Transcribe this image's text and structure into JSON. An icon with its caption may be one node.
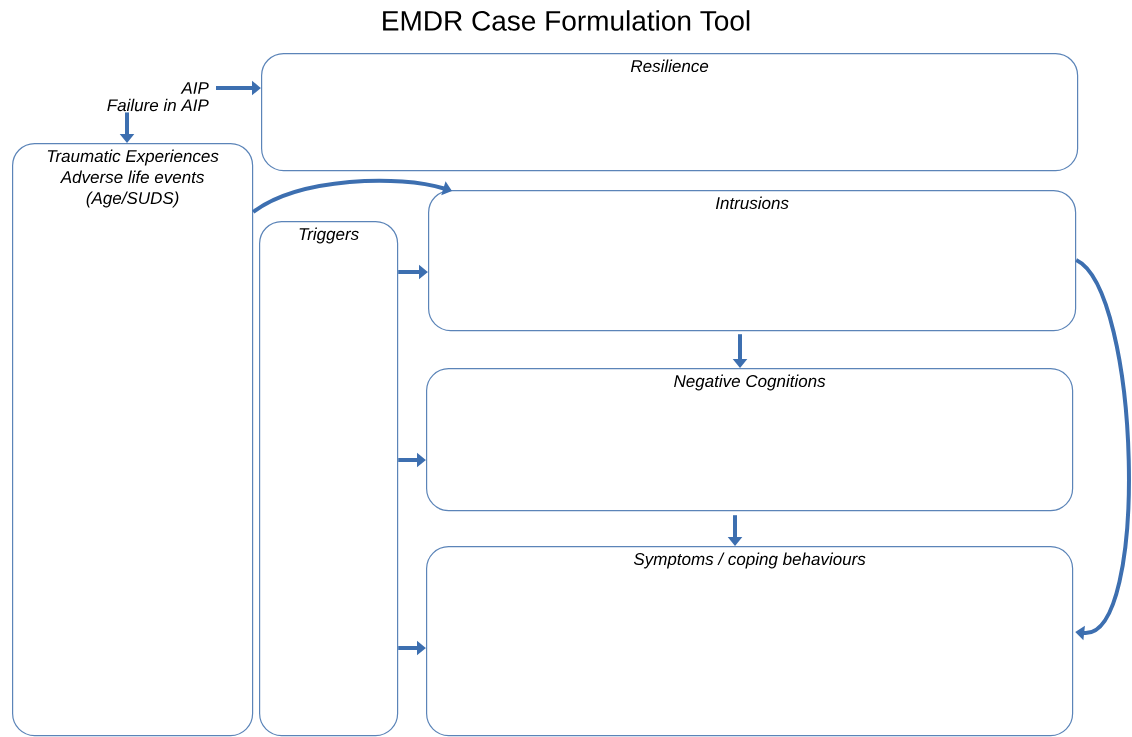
{
  "diagram": {
    "title": "EMDR Case Formulation  Tool",
    "nodes": [
      {
        "text": [
          "AIP"
        ]
      },
      {
        "text": [
          "Failure in AIP"
        ]
      },
      {
        "text": [
          "Resilience"
        ]
      },
      {
        "text": [
          "Traumatic Experiences Adverse life events (Age/SUDS)"
        ]
      },
      {
        "text": [
          "Triggers"
        ]
      },
      {
        "text": [
          "Intrusions"
        ]
      },
      {
        "text": [
          "Negative Cognitions"
        ]
      },
      {
        "text": [
          "Symptoms / coping behaviours"
        ]
      }
    ],
    "edges": [
      {
        "from": 0,
        "to": 2,
        "arrow": "to"
      },
      {
        "from": 1,
        "to": 3,
        "arrow": "to"
      },
      {
        "from": 3,
        "to": 5,
        "arrow": "to"
      },
      {
        "from": 4,
        "to": 5,
        "arrow": "to"
      },
      {
        "from": 4,
        "to": 6,
        "arrow": "to"
      },
      {
        "from": 4,
        "to": 7,
        "arrow": "to"
      },
      {
        "from": 5,
        "to": 6,
        "arrow": "to"
      },
      {
        "from": 6,
        "to": 7,
        "arrow": "to"
      },
      {
        "from": 5,
        "to": 7,
        "arrow": "to"
      }
    ]
  }
}
